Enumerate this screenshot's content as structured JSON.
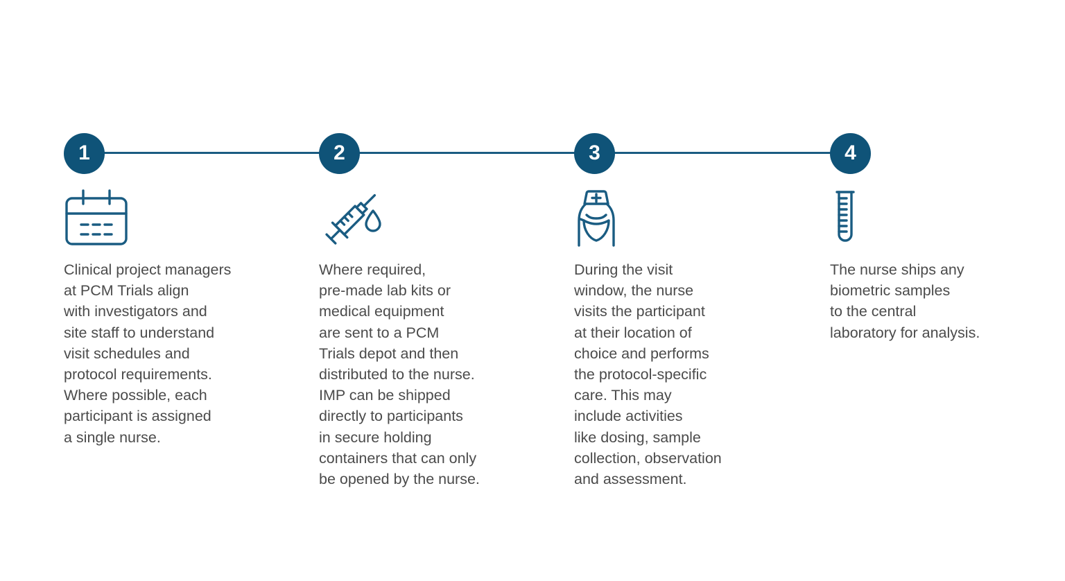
{
  "theme": {
    "accent": "#0f5378",
    "rail": "#1a5c82",
    "icon_stroke": "#1a5c82",
    "text": "#4b4b4b",
    "background": "#ffffff",
    "node_number_color": "#ffffff"
  },
  "timeline": {
    "steps": [
      {
        "number": "1",
        "icon": "calendar-icon",
        "text": "Clinical project managers\nat PCM Trials align\nwith investigators and\nsite staff to understand\nvisit schedules and\nprotocol requirements.\nWhere possible, each\nparticipant is assigned\na single nurse."
      },
      {
        "number": "2",
        "icon": "syringe-icon",
        "text": "Where required,\npre-made lab kits or\nmedical equipment\nare sent to a PCM\nTrials depot and then\ndistributed to the nurse.\nIMP can be shipped\ndirectly to participants\nin secure holding\ncontainers that can only\nbe opened by the nurse."
      },
      {
        "number": "3",
        "icon": "nurse-icon",
        "text": "During the visit\nwindow, the nurse\nvisits the participant\nat their location of\nchoice and performs\nthe protocol-specific\ncare. This may\ninclude activities\nlike dosing, sample\ncollection, observation\nand assessment."
      },
      {
        "number": "4",
        "icon": "test-tube-icon",
        "text": "The nurse ships any\nbiometric samples\nto the central\nlaboratory for analysis."
      }
    ]
  }
}
